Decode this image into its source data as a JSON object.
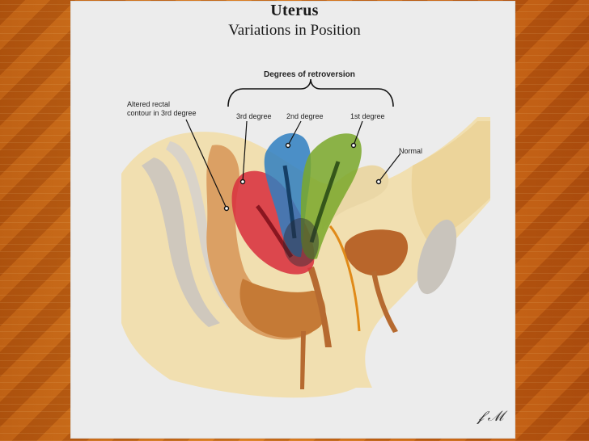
{
  "title": "Uterus",
  "subtitle": "Variations in Position",
  "labels": {
    "degrees_heading": "Degrees of retroversion",
    "altered_line1": "Altered rectal",
    "altered_line2": "contour in 3rd degree",
    "third_degree": "3rd degree",
    "second_degree": "2nd degree",
    "first_degree": "1st degree",
    "normal": "Normal"
  },
  "colors": {
    "third_degree": "#d8323f",
    "second_degree": "#2f7fc1",
    "first_degree": "#7aa82a",
    "tissue": "#f1dfb0",
    "rectum": "#c57a36",
    "leader": "#e08a18"
  }
}
